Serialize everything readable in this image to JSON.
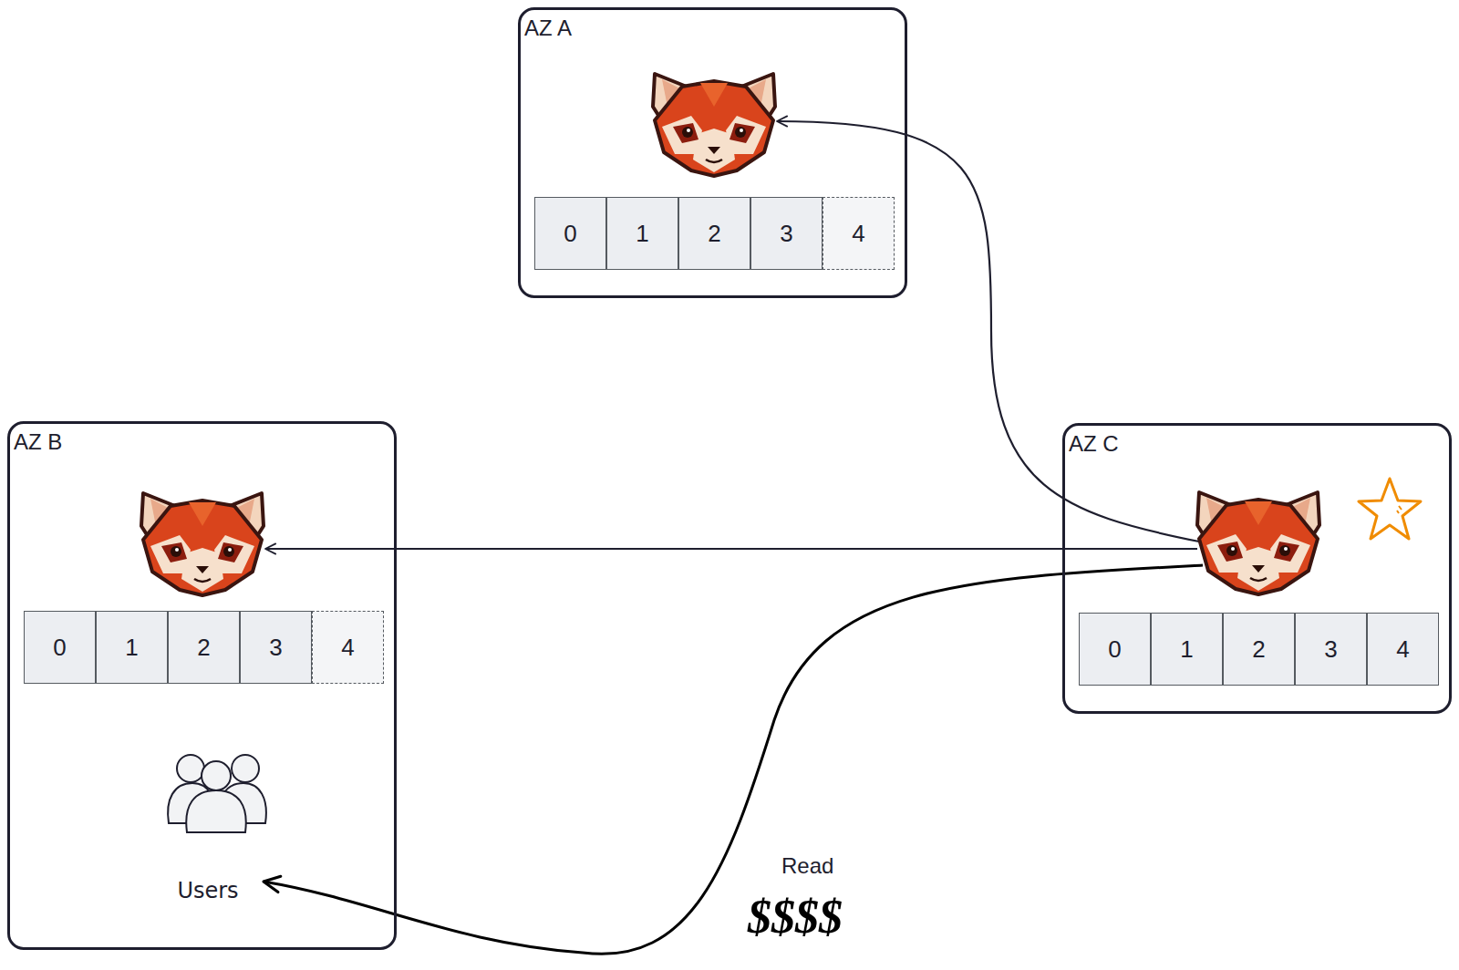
{
  "diagram": {
    "nodes": [
      {
        "text": [
          "AZ A"
        ]
      },
      {
        "text": [
          "0"
        ],
        "in": 0
      },
      {
        "text": [
          "1"
        ],
        "in": 0
      },
      {
        "text": [
          "2"
        ],
        "in": 0
      },
      {
        "text": [
          "3"
        ],
        "in": 0
      },
      {
        "text": [
          "4"
        ],
        "in": 0
      },
      {
        "text": [
          "AZ B"
        ]
      },
      {
        "text": [
          "0"
        ],
        "in": 6
      },
      {
        "text": [
          "1"
        ],
        "in": 6
      },
      {
        "text": [
          "2"
        ],
        "in": 6
      },
      {
        "text": [
          "3"
        ],
        "in": 6
      },
      {
        "text": [
          "4"
        ],
        "in": 6
      },
      {
        "text": [
          "Users"
        ],
        "in": 6
      },
      {
        "text": [
          "AZ C"
        ]
      },
      {
        "text": [
          "0"
        ],
        "in": 13
      },
      {
        "text": [
          "1"
        ],
        "in": 13
      },
      {
        "text": [
          "2"
        ],
        "in": 13
      },
      {
        "text": [
          "3"
        ],
        "in": 13
      },
      {
        "text": [
          "4"
        ],
        "in": 13
      }
    ],
    "edges": [
      {
        "from": 13,
        "to": 0,
        "arrow": "to"
      },
      {
        "from": 13,
        "to": 6,
        "arrow": "to"
      },
      {
        "from": 13,
        "to": 12,
        "label": "Read",
        "arrow": "to"
      }
    ],
    "labels": [
      "$$$$"
    ]
  }
}
